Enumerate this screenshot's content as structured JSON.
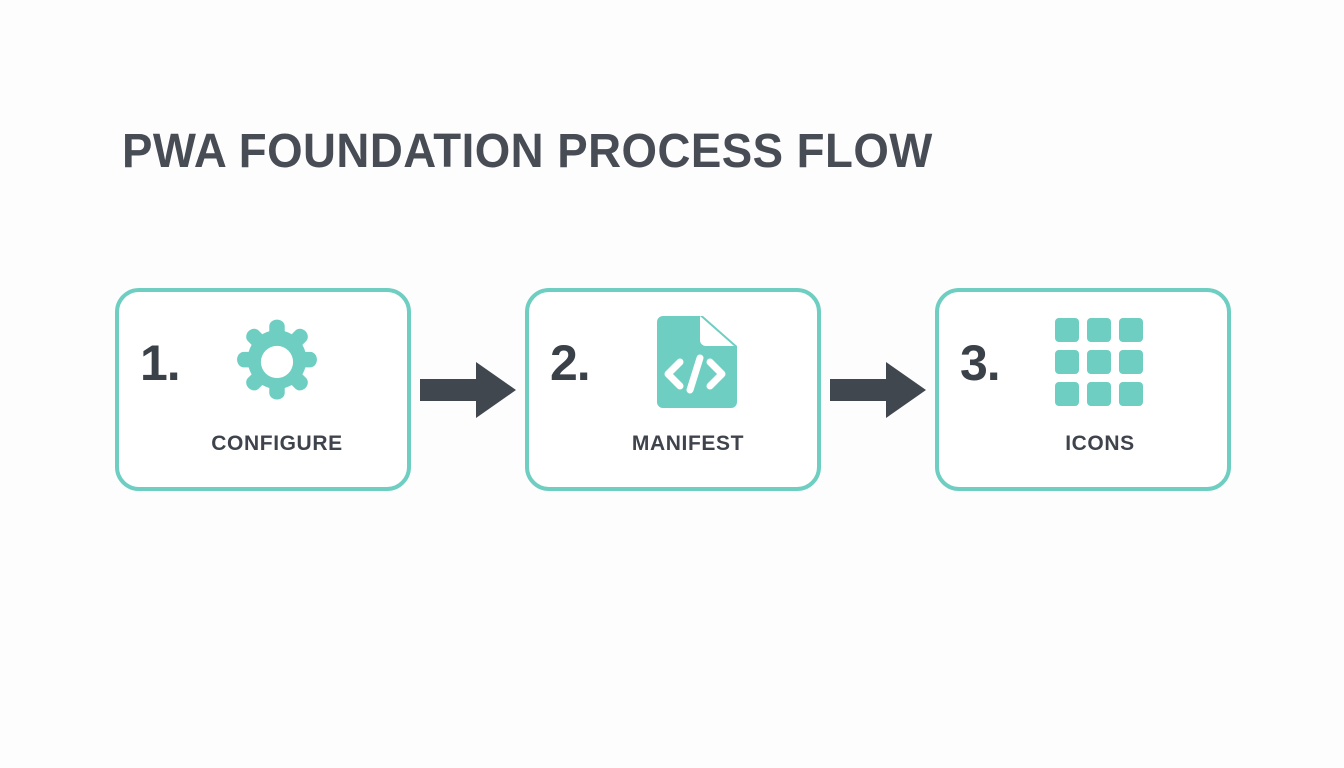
{
  "page": {
    "title": "PWA FOUNDATION PROCESS FLOW",
    "background_color": "#fdfdfe"
  },
  "theme": {
    "accent_color": "#6ecec1",
    "text_color": "#3f444c",
    "number_color": "#3b4149",
    "arrow_color": "#41474f",
    "card_background": "#ffffff"
  },
  "flow": {
    "steps": [
      {
        "number": "1.",
        "label": "CONFIGURE",
        "icon": "gear-icon"
      },
      {
        "number": "2.",
        "label": "MANIFEST",
        "icon": "code-file-icon"
      },
      {
        "number": "3.",
        "label": "ICONS",
        "icon": "grid-icon"
      }
    ],
    "connectors": [
      {
        "icon": "arrow-right-icon"
      },
      {
        "icon": "arrow-right-icon"
      }
    ]
  }
}
